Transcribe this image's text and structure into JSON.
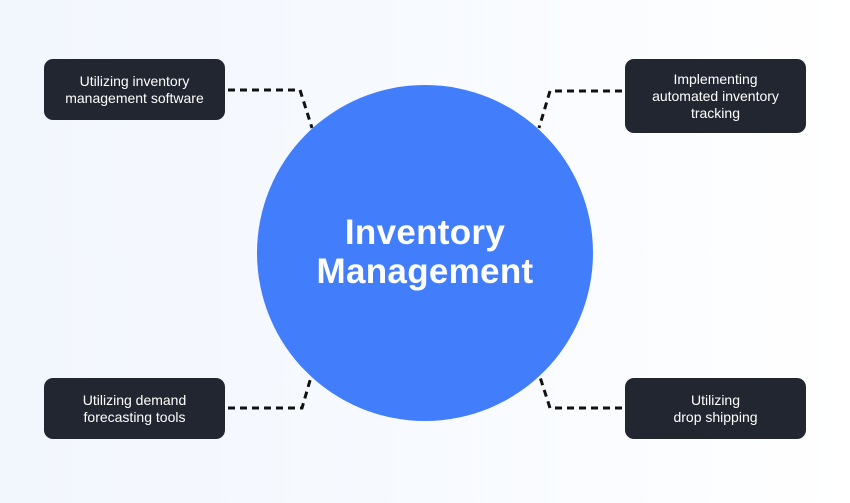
{
  "diagram": {
    "center": {
      "label_line1": "Inventory",
      "label_line2": "Management"
    },
    "nodes": [
      {
        "position": "top-left",
        "label": "Utilizing inventory\nmanagement software"
      },
      {
        "position": "top-right",
        "label": "Implementing\nautomated inventory\ntracking"
      },
      {
        "position": "bottom-left",
        "label": "Utilizing demand\nforecasting tools"
      },
      {
        "position": "bottom-right",
        "label": "Utilizing\ndrop shipping"
      }
    ],
    "colors": {
      "hub": "#427dfc",
      "node_background": "#212630",
      "node_text": "#ffffff",
      "connector": "#111111"
    }
  }
}
